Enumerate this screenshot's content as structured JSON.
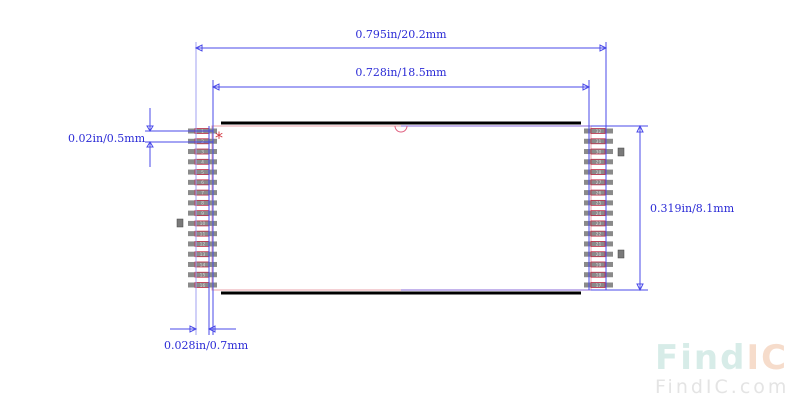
{
  "dimensions": {
    "overall_width": "0.795in/20.2mm",
    "body_width": "0.728in/18.5mm",
    "pin_pitch": "0.02in/0.5mm",
    "pad_width": "0.028in/0.7mm",
    "body_height": "0.319in/8.1mm"
  },
  "package": {
    "pins_per_side": 16,
    "left_pins": [
      "1",
      "2",
      "3",
      "4",
      "5",
      "6",
      "7",
      "8",
      "9",
      "10",
      "11",
      "12",
      "13",
      "14",
      "15",
      "16"
    ],
    "right_pins": [
      "32",
      "31",
      "30",
      "29",
      "28",
      "27",
      "26",
      "25",
      "24",
      "23",
      "22",
      "21",
      "20",
      "19",
      "18",
      "17"
    ],
    "pin1_marker": "*"
  },
  "colors": {
    "dimension": "#4a4ae8",
    "pad": "#8a8a8a",
    "pad_outline": "#c0304a",
    "silkscreen": "#000000",
    "body_outline": "#e8a0a8"
  },
  "watermark": {
    "brand_find": "Find",
    "brand_ic": "IC",
    "url": "FindIC.com"
  }
}
